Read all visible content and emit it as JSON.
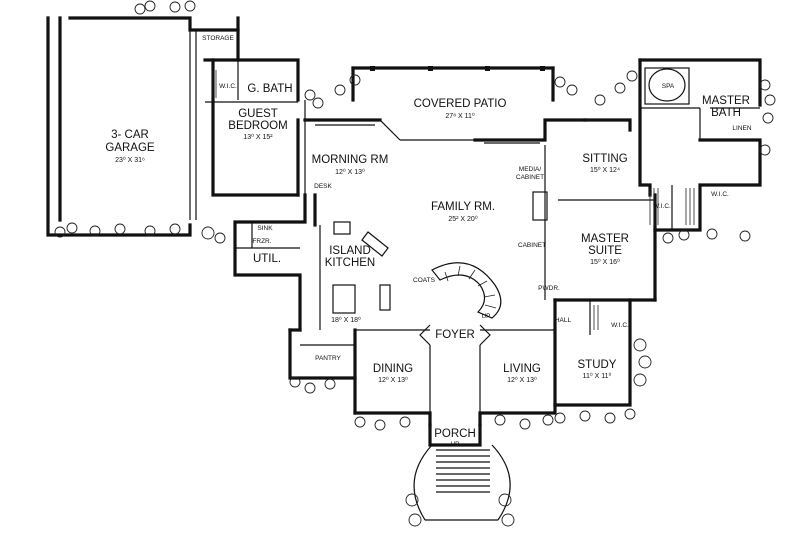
{
  "plan": {
    "rooms": {
      "garage": {
        "name_line1": "3- CAR",
        "name_line2": "GARAGE",
        "dims": "23⁰ X 31⁶"
      },
      "storage": {
        "name": "STORAGE"
      },
      "wic_guest": {
        "name": "W.I.C."
      },
      "guest_bath": {
        "name": "G. BATH"
      },
      "guest_bedroom": {
        "name_line1": "GUEST",
        "name_line2": "BEDROOM",
        "dims": "13⁰ X 15²"
      },
      "covered_patio": {
        "name": "COVERED PATIO",
        "dims": "27⁸ X 11⁰"
      },
      "morning_room": {
        "name": "MORNING RM",
        "dims": "12⁰ X 13⁰"
      },
      "desk": {
        "name": "DESK"
      },
      "family_room": {
        "name": "FAMILY RM.",
        "dims": "25² X 20⁰"
      },
      "media_cabinet": {
        "name_line1": "MEDIA/",
        "name_line2": "CABINET"
      },
      "cabinet": {
        "name": "CABINET"
      },
      "sitting": {
        "name": "SITTING",
        "dims": "15⁰ X 12⁴"
      },
      "master_suite": {
        "name_line1": "MASTER",
        "name_line2": "SUITE",
        "dims": "15⁰ X 16⁰"
      },
      "master_bath": {
        "name_line1": "MASTER",
        "name_line2": "BATH"
      },
      "spa": {
        "name": "SPA"
      },
      "linen": {
        "name": "LINEN"
      },
      "wic_left": {
        "name": "W.I.C."
      },
      "wic_right": {
        "name": "W.I.C."
      },
      "sink": {
        "name": "SINK"
      },
      "frzr": {
        "name": "FRZR."
      },
      "util": {
        "name": "UTIL."
      },
      "island_kitchen": {
        "name_line1": "ISLAND",
        "name_line2": "KITCHEN",
        "dims": "18⁰ X 18⁰"
      },
      "coats": {
        "name": "COATS"
      },
      "up_stair": {
        "name": "UP"
      },
      "pwdr": {
        "name": "PWDR."
      },
      "hall": {
        "name": "HALL"
      },
      "wic_study": {
        "name": "W.I.C."
      },
      "foyer": {
        "name": "FOYER"
      },
      "pantry": {
        "name": "PANTRY"
      },
      "dining": {
        "name": "DINING",
        "dims": "12⁰ X 13⁰"
      },
      "living": {
        "name": "LIVING",
        "dims": "12⁰ X 13⁰"
      },
      "study": {
        "name": "STUDY",
        "dims": "11⁰ X 11⁰"
      },
      "porch": {
        "name": "PORCH"
      },
      "porch_up": {
        "name": "UP"
      }
    },
    "colors": {
      "line": "#111111",
      "background": "#ffffff"
    }
  }
}
